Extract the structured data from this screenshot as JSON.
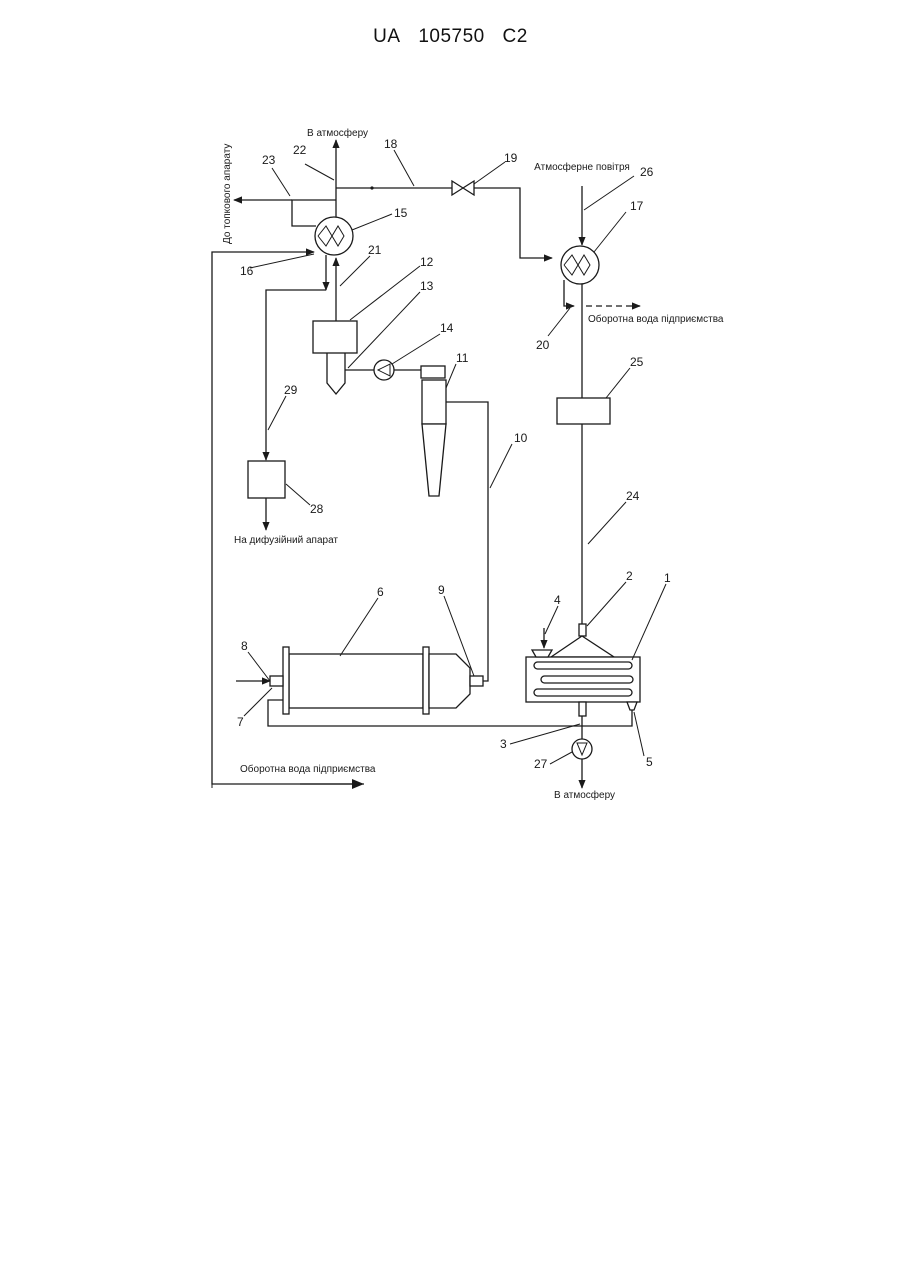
{
  "header": {
    "country": "UA",
    "number": "105750",
    "kind": "C2"
  },
  "labels": {
    "to_atmosphere_top": "В атмосферу",
    "to_furnace": "До топкового апарату",
    "atmospheric_air": "Атмосферне повітря",
    "recycled_water_right": "Оборотна вода підприємства",
    "to_diffusion": "На дифузійний апарат",
    "recycled_water_bottom": "Оборотна вода підприємства",
    "to_atmosphere_bottom": "В атмосферу"
  },
  "callouts": [
    "1",
    "2",
    "3",
    "4",
    "5",
    "6",
    "7",
    "8",
    "9",
    "10",
    "11",
    "12",
    "13",
    "14",
    "15",
    "16",
    "17",
    "18",
    "19",
    "20",
    "21",
    "22",
    "23",
    "24",
    "25",
    "26",
    "27",
    "28",
    "29"
  ]
}
